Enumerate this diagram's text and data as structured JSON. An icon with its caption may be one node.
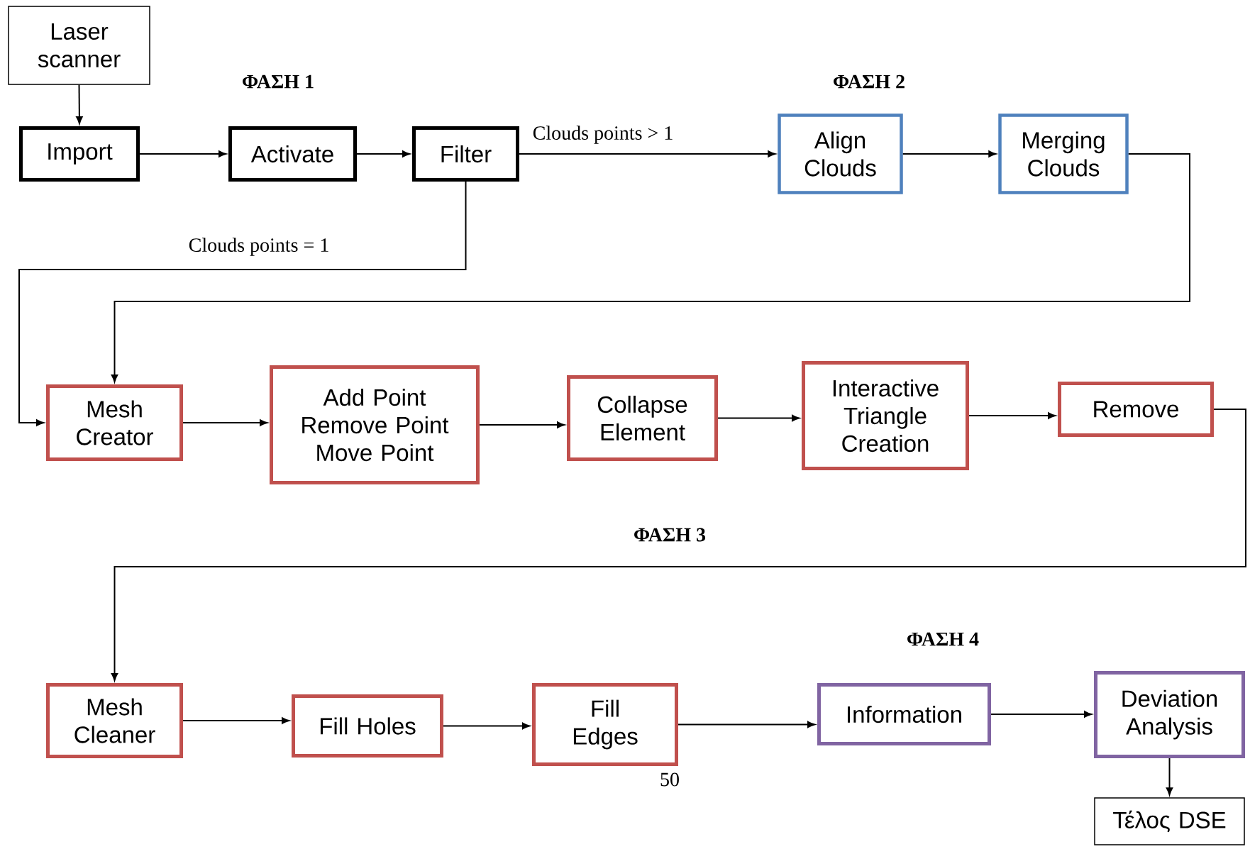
{
  "diagram": {
    "nodes": [
      {
        "text": [
          "Laser scanner"
        ]
      },
      {
        "text": [
          "Import"
        ]
      },
      {
        "text": [
          "Activate"
        ]
      },
      {
        "text": [
          "Filter"
        ]
      },
      {
        "text": [
          "Align Clouds"
        ]
      },
      {
        "text": [
          "Merging Clouds"
        ]
      },
      {
        "text": [
          "Mesh Creator"
        ]
      },
      {
        "text": [
          "Add Point Remove Point Move Point"
        ]
      },
      {
        "text": [
          "Collapse Element"
        ]
      },
      {
        "text": [
          "Interactive Triangle Creation"
        ]
      },
      {
        "text": [
          "Remove"
        ]
      },
      {
        "text": [
          "Mesh Cleaner"
        ]
      },
      {
        "text": [
          "Fill Holes"
        ]
      },
      {
        "text": [
          "Fill Edges"
        ]
      },
      {
        "text": [
          "Information"
        ]
      },
      {
        "text": [
          "Deviation Analysis"
        ]
      },
      {
        "text": [
          "Τέλος DSE"
        ]
      }
    ],
    "edges": [
      {
        "from": 0,
        "to": 1,
        "arrow": "to"
      },
      {
        "from": 1,
        "to": 2,
        "arrow": "to"
      },
      {
        "from": 2,
        "to": 3,
        "arrow": "to"
      },
      {
        "from": 3,
        "to": 4,
        "arrow": "to",
        "label": "Clouds points > 1"
      },
      {
        "from": 4,
        "to": 5,
        "arrow": "to"
      },
      {
        "from": 5,
        "to": 6,
        "arrow": "to"
      },
      {
        "from": 3,
        "to": 6,
        "arrow": "to",
        "label": "Clouds points = 1"
      },
      {
        "from": 6,
        "to": 7,
        "arrow": "to"
      },
      {
        "from": 7,
        "to": 8,
        "arrow": "to"
      },
      {
        "from": 8,
        "to": 9,
        "arrow": "to"
      },
      {
        "from": 9,
        "to": 10,
        "arrow": "to"
      },
      {
        "from": 10,
        "to": 11,
        "arrow": "to"
      },
      {
        "from": 11,
        "to": 12,
        "arrow": "to"
      },
      {
        "from": 12,
        "to": 13,
        "arrow": "to"
      },
      {
        "from": 13,
        "to": 14,
        "arrow": "to"
      },
      {
        "from": 14,
        "to": 15,
        "arrow": "to"
      },
      {
        "from": 15,
        "to": 16,
        "arrow": "to"
      }
    ],
    "labels": [
      "ΦΑΣΗ 1",
      "ΦΑΣΗ 2",
      "ΦΑΣΗ 3",
      "ΦΑΣΗ 4",
      "50"
    ]
  }
}
